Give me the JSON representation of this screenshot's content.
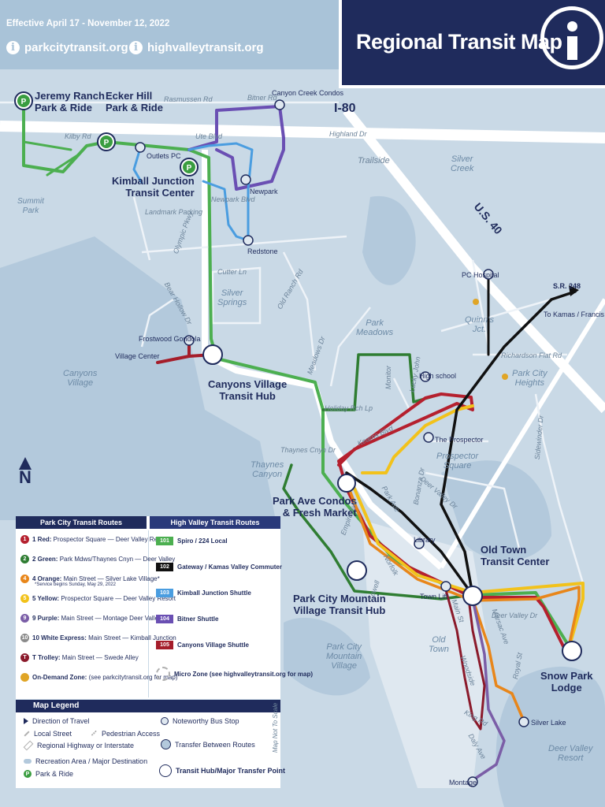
{
  "header": {
    "effective": "Effective April 17 - November 12, 2022",
    "link1": "parkcitytransit.org",
    "link2": "highvalleytransit.org",
    "title": "Regional Transit Map",
    "info_glyph": "i"
  },
  "places": {
    "jeremy_ranch": "Jeremy Ranch\nPark & Ride",
    "ecker_hill": "Ecker Hill\nPark & Ride",
    "kimball_junction": "Kimball Junction\nTransit Center",
    "canyons_village_hub": "Canyons Village\nTransit Hub",
    "park_ave_condos": "Park Ave Condos\n& Fresh Market",
    "pcm_village_hub": "Park City Mountain\nVillage Transit Hub",
    "old_town_tc": "Old Town\nTransit Center",
    "snow_park": "Snow Park\nLodge"
  },
  "stops": {
    "canyon_creek_condos": "Canyon Creek Condos",
    "outlets_pc": "Outlets PC",
    "newpark": "Newpark",
    "redstone": "Redstone",
    "pc_hospital": "PC Hospital",
    "frostwood_gondola": "Frostwood Gondola",
    "village_center": "Village Center",
    "high_school": "High school",
    "the_prospector": "The Prospector",
    "library": "Library",
    "town_lift": "Town Lift",
    "silver_lake": "Silver Lake",
    "montage": "Montage",
    "sr248": "S.R. 248",
    "to_kamas": "To Kamas / Francis"
  },
  "streets": {
    "rasmussen": "Rasmussen Rd",
    "bitner": "Bitner Rd",
    "kilby": "Kilby Rd",
    "ute": "Ute Blvd",
    "highland": "Highland Dr",
    "i80": "I-80",
    "trailside": "Trailside",
    "us40": "U.S. 40",
    "olympic": "Olympic Pkwy",
    "landmark": "Landmark Parking",
    "newpark_blvd": "Newpark Blvd",
    "cutter": "Cutter Ln",
    "bear_hollow": "Bear Hollow Dr",
    "old_ranch": "Old Ranch Rd",
    "meadows": "Meadows Dr",
    "richardson": "Richardson Flat Rd",
    "holiday_ranch": "Holiday Rch Lp",
    "monitor": "Monitor",
    "lucky_john": "Lucky John",
    "thaynes_cnyn": "Thaynes Cnyn Dr",
    "kearns": "Kearns Blvd",
    "deer_valley": "Deer Valley Dr",
    "park_ave": "Park Ave",
    "empire": "Empire Ave",
    "lowell": "Lowell",
    "norfolk": "Norfolk",
    "marsac": "Marsac Ave",
    "main": "Main St",
    "woodside": "Woodside",
    "bonanza": "Bonanza Dr",
    "royal": "Royal St",
    "sidewinder": "Sidewinder Dr",
    "deer_valley_dr2": "Deer Valley Dr",
    "kings": "King Rd",
    "daly": "Daly Ave"
  },
  "areas": {
    "summit_park": "Summit\nPark",
    "silver_creek": "Silver\nCreek",
    "silver_springs": "Silver\nSprings",
    "park_meadows": "Park\nMeadows",
    "quinns": "Quinn's\nJct.",
    "canyons_village": "Canyons\nVillage",
    "thaynes_canyon": "Thaynes\nCanyon",
    "prospector_square": "Prospector\nSquare",
    "park_city_heights": "Park City\nHeights",
    "pcm_village": "Park City\nMountain\nVillage",
    "old_town": "Old\nTown",
    "deer_valley_resort": "Deer Valley\nResort"
  },
  "legend": {
    "pc_header": "Park City Transit Routes",
    "hv_header": "High Valley Transit Routes",
    "pc_routes": [
      {
        "num": "1",
        "color": "#b5202e",
        "name": "Red",
        "desc": "Prospector Square — Deer Valley Resort"
      },
      {
        "num": "2",
        "color": "#2f7d32",
        "name": "Green",
        "desc": "Park Mdws/Thaynes Cnyn — Deer Valley"
      },
      {
        "num": "4",
        "color": "#e8861a",
        "name": "Orange",
        "desc": "Main Street — Silver Lake Village*",
        "note": "*Service begins Sunday, May 29, 2022"
      },
      {
        "num": "5",
        "color": "#f2c21b",
        "name": "Yellow",
        "desc": "Prospector Square — Deer Valley Resort"
      },
      {
        "num": "9",
        "color": "#7b5ea7",
        "name": "Purple",
        "desc": "Main Street — Montage Deer Valley"
      },
      {
        "num": "10",
        "color": "#8a8a8a",
        "name": "White Express",
        "desc": "Main Street — Kimball Junction"
      },
      {
        "num": "T",
        "color": "#8b1a2b",
        "name": "Trolley",
        "desc": "Main Street — Swede Alley"
      },
      {
        "num": "",
        "color": "#e0a526",
        "name": "On-Demand Zone",
        "desc": "(see parkcitytransit.org for map)"
      }
    ],
    "hv_routes": [
      {
        "num": "101",
        "color": "#4caf50",
        "desc": "Spiro / 224 Local"
      },
      {
        "num": "102",
        "color": "#111111",
        "desc": "Gateway / Kamas Valley Commuter"
      },
      {
        "num": "103",
        "color": "#4a9de0",
        "desc": "Kimball Junction Shuttle"
      },
      {
        "num": "104",
        "color": "#6a4fb3",
        "desc": "Bitner Shuttle"
      },
      {
        "num": "105",
        "color": "#a51d2a",
        "desc": "Canyons Village Shuttle"
      },
      {
        "num": "",
        "color": "#b0b0b0",
        "desc": "Micro Zone (see highvalleytransit.org for map)"
      }
    ],
    "map_legend_title": "Map Legend",
    "items": {
      "direction": "Direction of Travel",
      "local_street": "Local Street",
      "pedestrian": "Pedestrian Access",
      "highway": "Regional Highway or Interstate",
      "recreation": "Recreation Area / Major Destination",
      "park_ride": "Park & Ride",
      "bus_stop": "Noteworthy Bus Stop",
      "transfer": "Transfer Between Routes",
      "hub": "Transit Hub/Major Transfer Point"
    },
    "not_to_scale": "Map Not To Scale",
    "north": "N"
  }
}
